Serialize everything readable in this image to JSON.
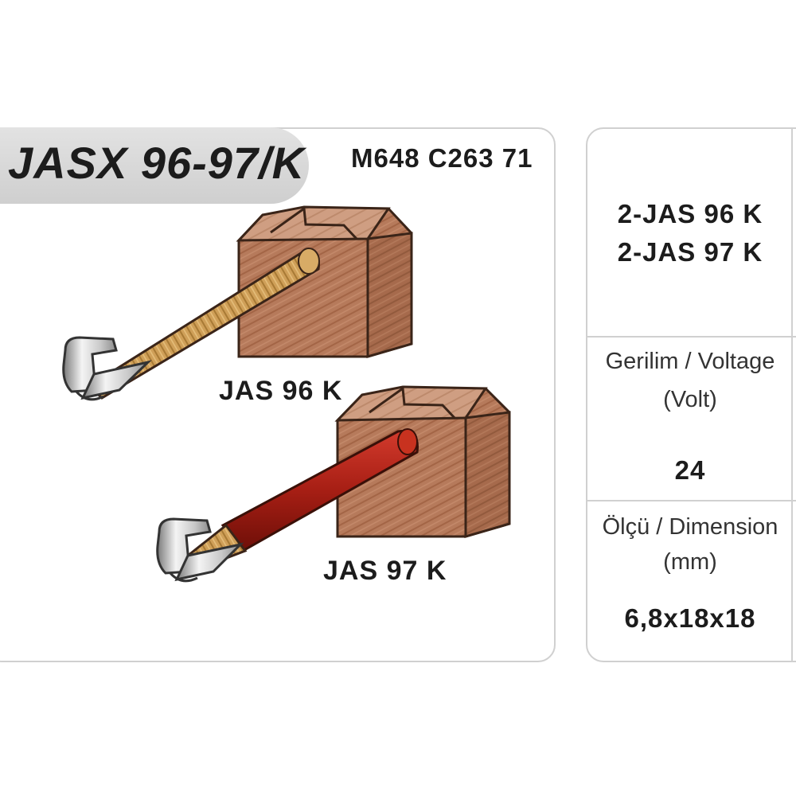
{
  "product": {
    "title": "JASX 96-97/K",
    "code": "M648 C263 71"
  },
  "parts": [
    {
      "label": "JAS 96 K",
      "wire_color": "tan"
    },
    {
      "label": "JAS 97 K",
      "wire_color": "red"
    }
  ],
  "specs": {
    "contents_line1": "2-JAS 96 K",
    "contents_line2": "2-JAS 97 K",
    "voltage_label": "Gerilim / Voltage",
    "voltage_unit": "(Volt)",
    "voltage_value": "24",
    "dimension_label": "Ölçü / Dimension",
    "dimension_unit": "(mm)",
    "dimension_value": "6,8x18x18"
  },
  "colors": {
    "carbon_block": "#b77a5c",
    "wire_tan": "#c99a52",
    "wire_red": "#a61e14",
    "panel_border": "#d0d0d0",
    "title_tab": "#d6d6d6"
  }
}
